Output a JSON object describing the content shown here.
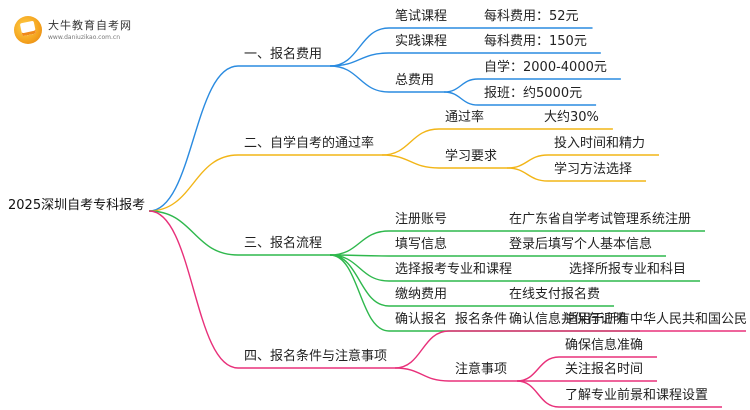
{
  "logo": {
    "name": "大牛教育自考网",
    "url": "www.daniuzikao.com.cn"
  },
  "root": "2025深圳自考专科报考",
  "branches": [
    {
      "label": "一、报名费用",
      "color": "#2a8be0",
      "children": [
        {
          "label": "笔试课程",
          "children": [
            {
              "label": "每科费用：52元"
            }
          ]
        },
        {
          "label": "实践课程",
          "children": [
            {
              "label": "每科费用：150元"
            }
          ]
        },
        {
          "label": "总费用",
          "children": [
            {
              "label": "自学：2000-4000元"
            },
            {
              "label": "报班：约5000元"
            }
          ]
        }
      ]
    },
    {
      "label": "二、自学自考的通过率",
      "color": "#f2b517",
      "children": [
        {
          "label": "通过率",
          "children": [
            {
              "label": "大约30%"
            }
          ]
        },
        {
          "label": "学习要求",
          "children": [
            {
              "label": "投入时间和精力"
            },
            {
              "label": "学习方法选择"
            }
          ]
        }
      ]
    },
    {
      "label": "三、报名流程",
      "color": "#2fb84d",
      "children": [
        {
          "label": "注册账号",
          "children": [
            {
              "label": "在广东省自学考试管理系统注册"
            }
          ]
        },
        {
          "label": "填写信息",
          "children": [
            {
              "label": "登录后填写个人基本信息"
            }
          ]
        },
        {
          "label": "选择报考专业和课程",
          "children": [
            {
              "label": "选择所报专业和科目"
            }
          ]
        },
        {
          "label": "缴纳费用",
          "children": [
            {
              "label": "在线支付报名费"
            }
          ]
        },
        {
          "label": "确认报名",
          "children": [
            {
              "label": "确认信息并保存证明"
            }
          ]
        }
      ]
    },
    {
      "label": "四、报名条件与注意事项",
      "color": "#e8307a",
      "children": [
        {
          "label": "报名条件",
          "children": [
            {
              "label": "适用于所有中华人民共和国公民"
            }
          ]
        },
        {
          "label": "注意事项",
          "children": [
            {
              "label": "确保信息准确"
            },
            {
              "label": "关注报名时间"
            },
            {
              "label": "了解专业前景和课程设置"
            }
          ]
        }
      ]
    }
  ]
}
